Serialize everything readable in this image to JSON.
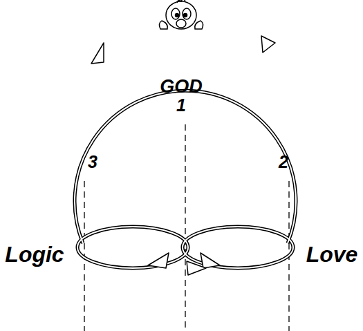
{
  "diagram": {
    "labels": [
      "GOD",
      "1",
      "3",
      "2",
      "Logic",
      "Love"
    ]
  }
}
